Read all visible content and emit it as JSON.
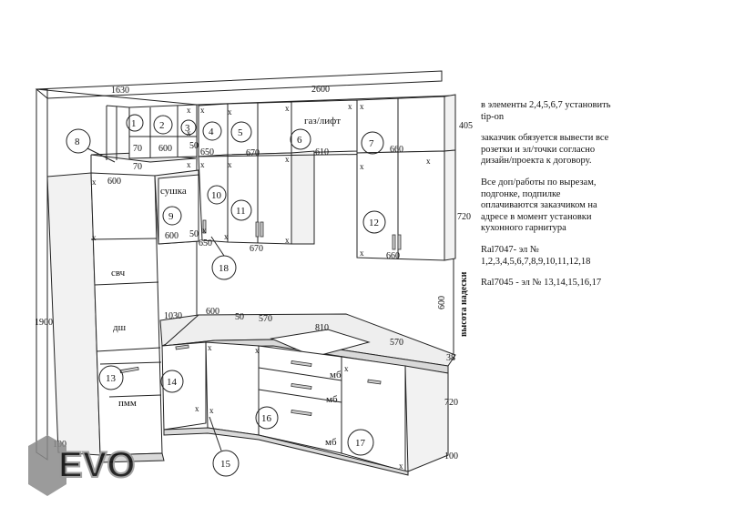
{
  "dimensions": {
    "top_left_width": "1630",
    "top_right_width": "2600",
    "upper_height": "405",
    "upper_height_lower": "720",
    "tall_height": "1900",
    "left_600": "600",
    "left_70_a": "70",
    "left_70_b": "70",
    "upper_600": "600",
    "upper_50_a": "50",
    "upper_650": "650",
    "upper_670_a": "670",
    "upper_610": "610",
    "upper_660_a": "660",
    "mid_600": "600",
    "mid_50": "50",
    "mid_650": "650",
    "mid_670": "670",
    "mid_660": "660",
    "nadeski_600": "600",
    "counter_1030": "1030",
    "counter_600": "600",
    "counter_50": "50",
    "counter_570_a": "570",
    "counter_810": "810",
    "counter_570_b": "570",
    "counter_38": "38",
    "base_720": "720",
    "plinth_100_a": "100",
    "plinth_100_b": "100"
  },
  "labels": {
    "sushka": "сушка",
    "gas": "газ/лифт",
    "svch": "свч",
    "dsh": "дш",
    "pmm": "пмм",
    "mb_1": "мб",
    "mb_2": "мб",
    "mb_3": "мб",
    "vysota": "высота надески"
  },
  "item_numbers": [
    "1",
    "2",
    "3",
    "4",
    "5",
    "6",
    "7",
    "8",
    "9",
    "10",
    "11",
    "12",
    "13",
    "14",
    "15",
    "16",
    "17",
    "18"
  ],
  "notes": {
    "tipon": "в элементы 2,4,5,6,7 установить tip-on",
    "sockets": "заказчик обязуется вывести все розетки и эл/точки согласно дизайн/проекта к договору.",
    "extra": "Все доп/работы по вырезам, подгонке, подпилке оплачиваются заказчиком на адресе в момент установки кухонного гарнитура",
    "ral1": "Ral7047- эл № 1,2,3,4,5,6,7,8,9,10,11,12,18",
    "ral2": "Ral7045 - эл № 13,14,15,16,17"
  },
  "logo": {
    "text": "EVO",
    "mark": "hexagon-logo-icon"
  }
}
